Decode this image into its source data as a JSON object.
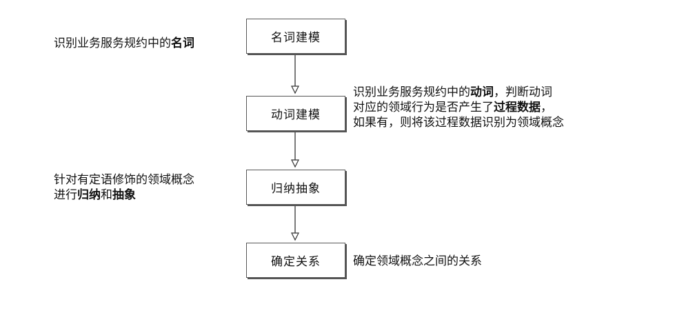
{
  "steps": [
    {
      "label": "名词建模"
    },
    {
      "label": "动词建模"
    },
    {
      "label": "归纳抽象"
    },
    {
      "label": "确定关系"
    }
  ],
  "notes": {
    "noun": {
      "prefix": "识别业务服务规约中的",
      "bold": "名词"
    },
    "verb": {
      "line1_prefix": "识别业务服务规约中的",
      "line1_bold": "动词",
      "line1_suffix": "，判断动词",
      "line2_prefix": "对应的领域行为是否产生了",
      "line2_bold": "过程数据",
      "line2_suffix": "，",
      "line3": "如果有，则将该过程数据识别为领域概念"
    },
    "abstract": {
      "line1": "针对有定语修饰的领域概念",
      "line2_prefix": "进行",
      "line2_bold1": "归纳",
      "line2_mid": "和",
      "line2_bold2": "抽象"
    },
    "relation": {
      "text": "确定领域概念之间的关系"
    }
  }
}
